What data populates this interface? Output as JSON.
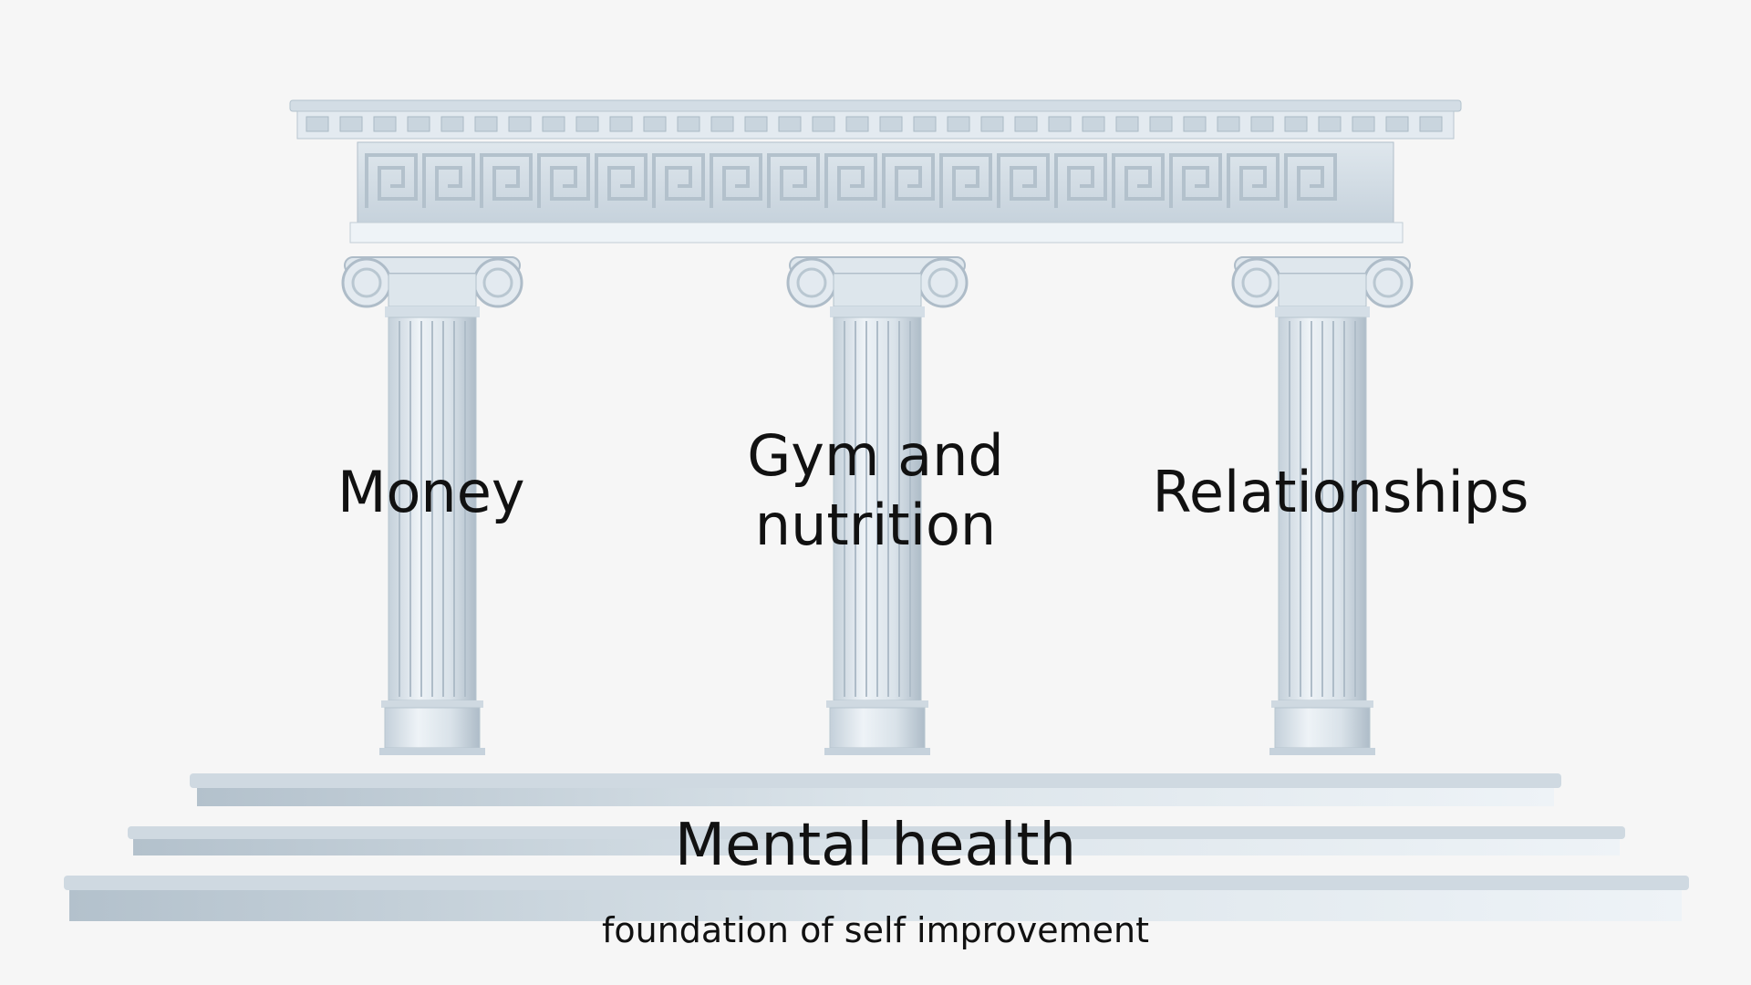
{
  "diagram": {
    "pillars": [
      {
        "label": "Money"
      },
      {
        "label": "Gym and nutrition"
      },
      {
        "label": "Relationships"
      }
    ],
    "foundation": {
      "label": "Mental health",
      "caption": "foundation of self improvement"
    },
    "colors": {
      "background": "#f6f6f6",
      "marble_light": "#eef3f7",
      "marble_mid": "#d5dfe7",
      "marble_dark": "#a9b8c4",
      "text": "#111111"
    }
  }
}
